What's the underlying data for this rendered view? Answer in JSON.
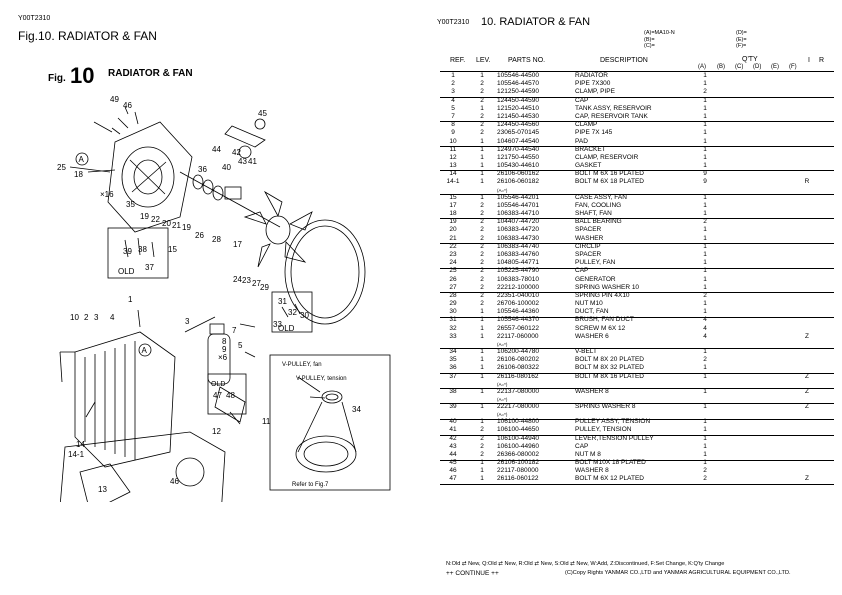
{
  "left": {
    "page_code": "Y00T2310",
    "fig_title": "Fig.10.  RADIATOR & FAN"
  },
  "diagram": {
    "fig_prefix": "Fig.",
    "fig_number": "10",
    "title": "RADIATOR & FAN",
    "callouts": {
      "c1": "1",
      "c2": "2",
      "c3": "3",
      "c4": "4",
      "c5": "5",
      "c6": "6",
      "c7": "7",
      "c8": "8",
      "c9": "9",
      "c10": "10",
      "c11": "11",
      "c12": "12",
      "c13": "13",
      "c14": "14",
      "c14_1": "14-1",
      "c15": "15",
      "c16": "×16",
      "c17": "17",
      "c18": "18",
      "c19": "19",
      "c19b": "19",
      "c20": "20",
      "c21": "21",
      "c22": "22",
      "c23": "23",
      "c24": "24",
      "c25": "25",
      "c26": "26",
      "c27": "27",
      "c28": "28",
      "c29": "29",
      "c30": "30",
      "c31": "31",
      "c32": "32",
      "c33": "33",
      "c34": "34",
      "c35": "35",
      "c36": "36",
      "c37": "37",
      "c38": "38",
      "c39": "39",
      "c40": "40",
      "c41": "41",
      "c42": "42",
      "c43": "43",
      "c44": "44",
      "c45": "45",
      "c46": "46",
      "c46b": "46",
      "c47": "47",
      "c48": "48",
      "c49": "49",
      "x6": "×6"
    },
    "circle_a": "A",
    "old": "OLD",
    "vpulley_fan": "V-PULLEY, fan",
    "vpulley_tension": "V-PULLEY, tension",
    "refer": "Refer to Fig.7"
  },
  "right": {
    "page_code": "Y00T2310",
    "section_title": "10.  RADIATOR & FAN",
    "legend_left": [
      "(A)=MA10-N",
      "(B)=",
      "(C)="
    ],
    "legend_right": [
      "(D)=",
      "(E)=",
      "(F)="
    ],
    "headers": {
      "ref": "REF.",
      "lev": "LEV.",
      "parts_no": "PARTS NO.",
      "description": "DESCRIPTION",
      "qty": "Q'TY",
      "i": "I",
      "r": "R",
      "a": "(A)",
      "b": "(B)",
      "c": "(C)",
      "d": "(D)",
      "e": "(E)",
      "f": "(F)"
    },
    "rows": [
      {
        "ref": "1",
        "lev": "1",
        "pn": "105546-44500",
        "desc": "RADIATOR",
        "a": "1",
        "note": ""
      },
      {
        "ref": "2",
        "lev": "2",
        "pn": "105546-44570",
        "desc": "PIPE 7X300",
        "a": "1",
        "note": ""
      },
      {
        "ref": "3",
        "lev": "2",
        "pn": "121250-44590",
        "desc": "CLAMP, PIPE",
        "a": "2",
        "note": "",
        "line": true
      },
      {
        "ref": "4",
        "lev": "2",
        "pn": "124450-44590",
        "desc": "CAP",
        "a": "1",
        "note": ""
      },
      {
        "ref": "5",
        "lev": "1",
        "pn": "121520-44510",
        "desc": "TANK ASSY, RESERVOIR",
        "a": "1",
        "note": ""
      },
      {
        "ref": "7",
        "lev": "2",
        "pn": "121450-44530",
        "desc": "CAP, RESERVOIR TANK",
        "a": "1",
        "note": "",
        "line": true
      },
      {
        "ref": "8",
        "lev": "2",
        "pn": "124450-44560",
        "desc": "CLAMP",
        "a": "1",
        "note": ""
      },
      {
        "ref": "9",
        "lev": "2",
        "pn": "23065-070145",
        "desc": "PIPE  7X 145",
        "a": "1",
        "note": ""
      },
      {
        "ref": "10",
        "lev": "1",
        "pn": "104607-44540",
        "desc": "PAD",
        "a": "1",
        "note": "",
        "line": true
      },
      {
        "ref": "11",
        "lev": "1",
        "pn": "124970-44540",
        "desc": "BRACKET",
        "a": "1",
        "note": ""
      },
      {
        "ref": "12",
        "lev": "1",
        "pn": "121750-44550",
        "desc": "CLAMP, RESERVOIR",
        "a": "1",
        "note": ""
      },
      {
        "ref": "13",
        "lev": "1",
        "pn": "105430-44610",
        "desc": "GASKET",
        "a": "1",
        "note": "",
        "line": true
      },
      {
        "ref": "14",
        "lev": "1",
        "pn": "26106-060162",
        "desc": "BOLT M 6X 16 PLATED",
        "a": "9",
        "note": ""
      },
      {
        "ref": "14-1",
        "lev": "1",
        "pn": "26106-060182",
        "desc": "BOLT M 6X 18 PLATED",
        "a": "9",
        "note": "R"
      },
      {
        "sub": "(A=*)",
        "line": true
      },
      {
        "ref": "15",
        "lev": "1",
        "pn": "105546-44201",
        "desc": "CASE ASSY, FAN",
        "a": "1",
        "note": ""
      },
      {
        "ref": "17",
        "lev": "2",
        "pn": "105546-44701",
        "desc": "FAN, COOLING",
        "a": "1",
        "note": ""
      },
      {
        "ref": "18",
        "lev": "2",
        "pn": "106383-44710",
        "desc": "SHAFT, FAN",
        "a": "1",
        "note": "",
        "line": true
      },
      {
        "ref": "19",
        "lev": "2",
        "pn": "104407-44720",
        "desc": "BALL BEARING",
        "a": "2",
        "note": ""
      },
      {
        "ref": "20",
        "lev": "2",
        "pn": "106383-44720",
        "desc": "SPACER",
        "a": "1",
        "note": ""
      },
      {
        "ref": "21",
        "lev": "2",
        "pn": "106383-44730",
        "desc": "WASHER",
        "a": "1",
        "note": "",
        "line": true
      },
      {
        "ref": "22",
        "lev": "2",
        "pn": "106383-44740",
        "desc": "CIRCLIP",
        "a": "1",
        "note": ""
      },
      {
        "ref": "23",
        "lev": "2",
        "pn": "106383-44760",
        "desc": "SPACER",
        "a": "1",
        "note": ""
      },
      {
        "ref": "24",
        "lev": "2",
        "pn": "104805-44771",
        "desc": "PULLEY, FAN",
        "a": "1",
        "note": "",
        "line": true
      },
      {
        "ref": "25",
        "lev": "2",
        "pn": "105225-44790",
        "desc": "CAP",
        "a": "1",
        "note": ""
      },
      {
        "ref": "26",
        "lev": "2",
        "pn": "106383-78010",
        "desc": "GENERATOR",
        "a": "1",
        "note": ""
      },
      {
        "ref": "27",
        "lev": "2",
        "pn": "22212-100000",
        "desc": "SPRING WASHER 10",
        "a": "1",
        "note": "",
        "line": true
      },
      {
        "ref": "28",
        "lev": "2",
        "pn": "22351-040010",
        "desc": "SPRING PIN 4X10",
        "a": "2",
        "note": ""
      },
      {
        "ref": "29",
        "lev": "2",
        "pn": "26706-100002",
        "desc": "NUT M10",
        "a": "1",
        "note": ""
      },
      {
        "ref": "30",
        "lev": "1",
        "pn": "105546-44360",
        "desc": "DUCT, FAN",
        "a": "1",
        "note": "",
        "line": true
      },
      {
        "ref": "31",
        "lev": "1",
        "pn": "105546-44370",
        "desc": "BRUSH, FAN DUCT",
        "a": "4",
        "note": ""
      },
      {
        "ref": "32",
        "lev": "1",
        "pn": "26557-060122",
        "desc": "SCREW M 6X 12",
        "a": "4",
        "note": ""
      },
      {
        "ref": "33",
        "lev": "1",
        "pn": "22117-060000",
        "desc": "WASHER  6",
        "a": "4",
        "note": "Z"
      },
      {
        "sub": "(A=*)",
        "line": true
      },
      {
        "ref": "34",
        "lev": "1",
        "pn": "106200-44780",
        "desc": "V-BELT",
        "a": "1",
        "note": ""
      },
      {
        "ref": "35",
        "lev": "1",
        "pn": "26106-080202",
        "desc": "BOLT M 8X 20 PLATED",
        "a": "2",
        "note": ""
      },
      {
        "ref": "36",
        "lev": "1",
        "pn": "26106-080322",
        "desc": "BOLT M 8X 32 PLATED",
        "a": "1",
        "note": "",
        "line": true
      },
      {
        "ref": "37",
        "lev": "1",
        "pn": "26116-080162",
        "desc": "BOLT M 8X 16 PLATED",
        "a": "1",
        "note": "Z"
      },
      {
        "sub": "(A=*)",
        "line": true
      },
      {
        "ref": "38",
        "lev": "1",
        "pn": "22137-080000",
        "desc": "WASHER  8",
        "a": "1",
        "note": "Z"
      },
      {
        "sub": "(A=*)",
        "line": true
      },
      {
        "ref": "39",
        "lev": "1",
        "pn": "22217-080000",
        "desc": "SPRING WASHER  8",
        "a": "1",
        "note": "Z"
      },
      {
        "sub": "(A=*)",
        "line": true
      },
      {
        "ref": "40",
        "lev": "1",
        "pn": "106100-44800",
        "desc": "PULLEY ASSY, TENSION",
        "a": "1",
        "note": ""
      },
      {
        "ref": "41",
        "lev": "2",
        "pn": "106100-44650",
        "desc": "PULLEY, TENSION",
        "a": "1",
        "note": "",
        "line": true
      },
      {
        "ref": "42",
        "lev": "2",
        "pn": "106100-44940",
        "desc": "LEVER,TENSION PULLEY",
        "a": "1",
        "note": ""
      },
      {
        "ref": "43",
        "lev": "2",
        "pn": "106100-44960",
        "desc": "CAP",
        "a": "1",
        "note": ""
      },
      {
        "ref": "44",
        "lev": "2",
        "pn": "26366-080002",
        "desc": "NUT M 8",
        "a": "1",
        "note": "",
        "line": true
      },
      {
        "ref": "45",
        "lev": "1",
        "pn": "26106-100182",
        "desc": "BOLT M10X 18 PLATED",
        "a": "1",
        "note": ""
      },
      {
        "ref": "46",
        "lev": "1",
        "pn": "22117-080000",
        "desc": "WASHER  8",
        "a": "2",
        "note": ""
      },
      {
        "ref": "47",
        "lev": "1",
        "pn": "26116-060122",
        "desc": "BOLT M 6X 12 PLATED",
        "a": "2",
        "note": "Z",
        "line": true
      }
    ],
    "footer_legend": "N:Old ⇄ New,  Q:Old ⇄ New,  R:Old ⇄ New,  S:Old ⇄ New,  W:Add,  Z:Discontinued,  F:Set Change,  K:Q'ty Change",
    "footer_continue": "++ CONTINUE ++",
    "footer_copyright": "(C)Copy Rights  YANMAR CO.,LTD and YANMAR AGRICULTURAL EQUIPMENT CO.,LTD."
  }
}
